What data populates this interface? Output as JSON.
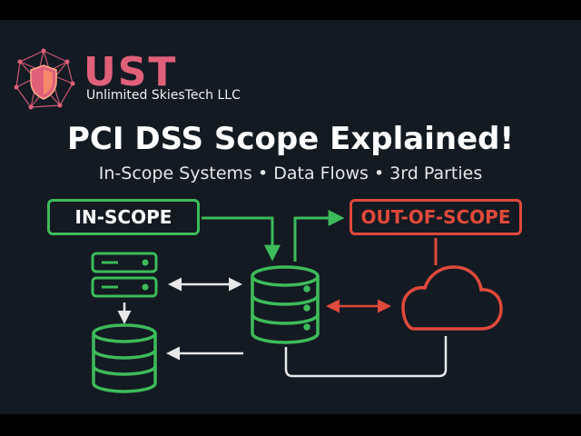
{
  "brand": {
    "name": "UST",
    "tagline": "Unlimited SkiesTech LLC",
    "colors": {
      "name": "#e0607a",
      "shield": "#e0607a",
      "network": "#e0607a"
    }
  },
  "heading": {
    "title": "PCI DSS Scope Explained!",
    "subtitle": "In-Scope Systems • Data Flows • 3rd Parties"
  },
  "labels": {
    "in_scope": "IN-SCOPE",
    "out_of_scope": "OUT-OF-SCOPE"
  },
  "icons": [
    "shield-network-logo-icon",
    "server-icon",
    "database-icon",
    "cloud-icon"
  ],
  "colors": {
    "background": "#131a22",
    "in_scope": "#3dbb5a",
    "out_of_scope": "#e0493c",
    "flow": "#e8e8e8"
  }
}
